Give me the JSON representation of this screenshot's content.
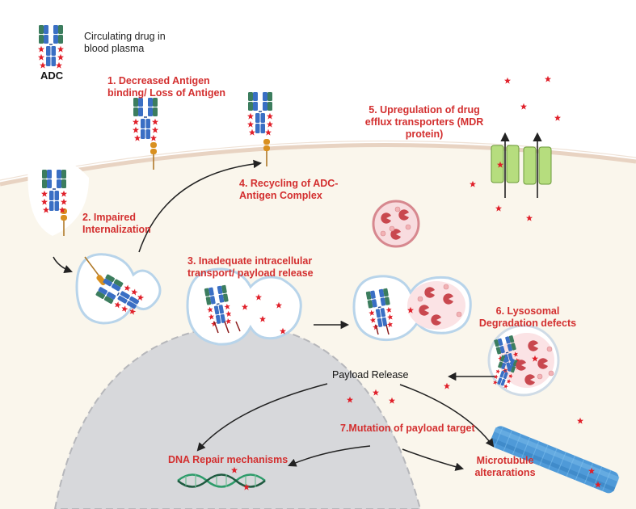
{
  "legend": {
    "drug_text": "Circulating drug in\nblood plasma",
    "adc_label": "ADC"
  },
  "steps": {
    "s1": "1.  Decreased Antigen\nbinding/ Loss of Antigen",
    "s2": "2. Impaired\nInternalization",
    "s3": "3. Inadequate intracellular\ntransport/ payload release",
    "s4": "4. Recycling of ADC-\nAntigen Complex",
    "s5": "5. Upregulation of drug\nefflux transporters (MDR\nprotein)",
    "s6": "6. Lysosomal\nDegradation defects",
    "s7": "7.Mutation of payload target"
  },
  "payload_release": "Payload Release",
  "dna_repair": "DNA Repair mechanisms",
  "microtubule": "Microtubule\nalterarations",
  "colors": {
    "accent_red": "#d32f2f",
    "cell_bg": "#faf6ec",
    "membrane": "#e8d3c2",
    "nucleus": "#d7d8db",
    "antibody_blue": "#3a6fc4",
    "antibody_green": "#3c7d5e",
    "transporter_green": "#b6dd7e",
    "microtubule_blue": "#4f9ad8",
    "lysosome_red": "#c9484f"
  },
  "icons": [
    "adc-antibody-icon",
    "payload-star-icon",
    "antigen-icon",
    "vesicle-icon",
    "lysosome-icon",
    "efflux-transporter-icon",
    "dna-helix-icon",
    "microtubule-icon",
    "arrow-icon"
  ]
}
